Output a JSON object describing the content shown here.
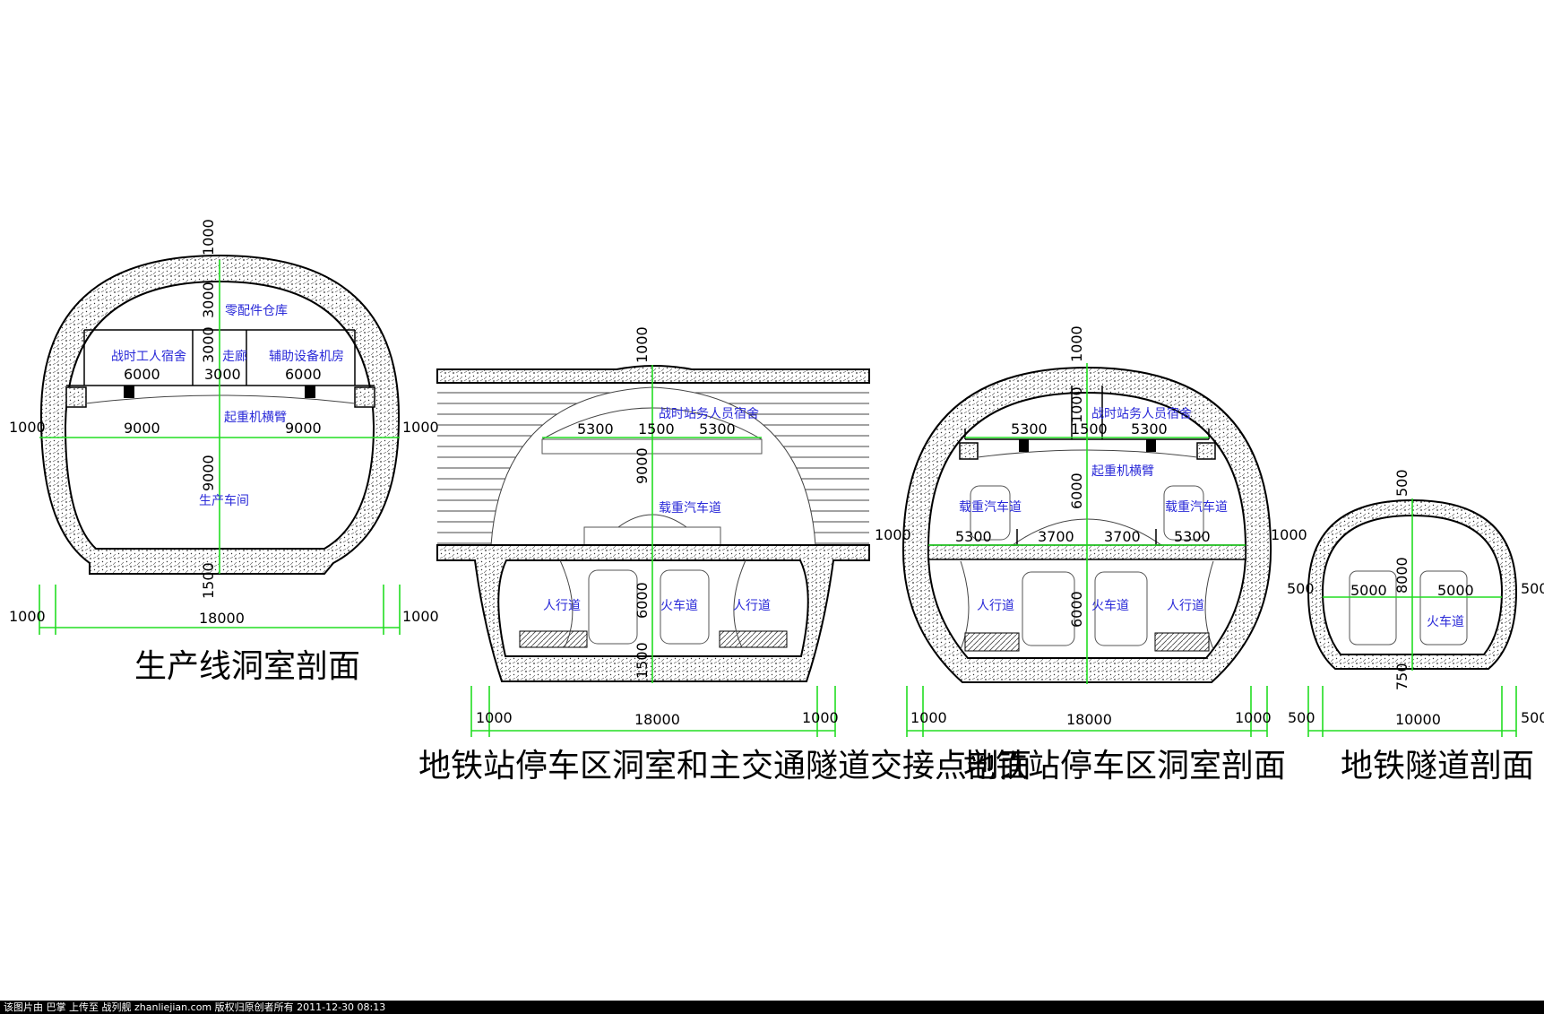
{
  "sections": [
    {
      "title": "生产线洞室剖面",
      "rooms": [
        "零配件仓库",
        "战时工人宿舍",
        "走廊",
        "辅助设备机房",
        "起重机横臂",
        "生产车间"
      ],
      "dims": [
        "1000",
        "3000",
        "3000",
        "6000",
        "3000",
        "6000",
        "1000",
        "9000",
        "9000",
        "1000",
        "9000",
        "1500",
        "1000",
        "18000",
        "1000"
      ]
    },
    {
      "title": "地铁站停车区洞室和主交通隧道交接点剖面",
      "rooms": [
        "战时站务人员宿舍",
        "载重汽车道",
        "人行道",
        "火车道",
        "人行道"
      ],
      "dims": [
        "1000",
        "5300",
        "1500",
        "5300",
        "9000",
        "6000",
        "1500",
        "1000",
        "18000",
        "1000"
      ]
    },
    {
      "title": "地铁站停车区洞室剖面",
      "rooms": [
        "战时站务人员宿舍",
        "起重机横臂",
        "载重汽车道",
        "载重汽车道",
        "人行道",
        "火车道",
        "人行道"
      ],
      "dims": [
        "1000",
        "1000",
        "5300",
        "1500",
        "5300",
        "6000",
        "1000",
        "5300",
        "3700",
        "3700",
        "5300",
        "1000",
        "6000",
        "1000",
        "18000",
        "1000"
      ]
    },
    {
      "title": "地铁隧道剖面",
      "rooms": [
        "火车道"
      ],
      "dims": [
        "500",
        "500",
        "5000",
        "8000",
        "5000",
        "500",
        "750",
        "500",
        "10000",
        "500"
      ]
    }
  ],
  "footer": "该图片由 巴掌 上传至 战列舰 zhanliejian.com 版权归原创者所有 2011-12-30 08:13",
  "colors": {
    "dimension_line": "#22dd22",
    "room_label": "#2a2ad8",
    "outline": "#000000",
    "background": "#ffffff"
  }
}
